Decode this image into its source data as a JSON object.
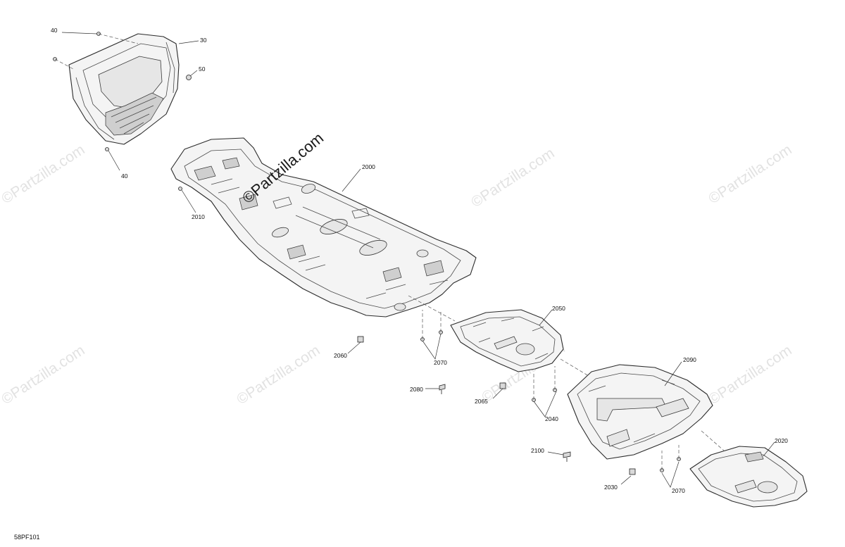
{
  "diagram_code": "58PF101",
  "watermark": "©Partzilla.com",
  "watermark_center": "©Partzilla.com",
  "callouts": {
    "c40a": "40",
    "c30": "30",
    "c50": "50",
    "c40b": "40",
    "c2000": "2000",
    "c2010": "2010",
    "c2050": "2050",
    "c2060": "2060",
    "c2070a": "2070",
    "c2080": "2080",
    "c2065": "2065",
    "c2040": "2040",
    "c2090": "2090",
    "c2100": "2100",
    "c2020": "2020",
    "c2030": "2030",
    "c2070b": "2070"
  }
}
